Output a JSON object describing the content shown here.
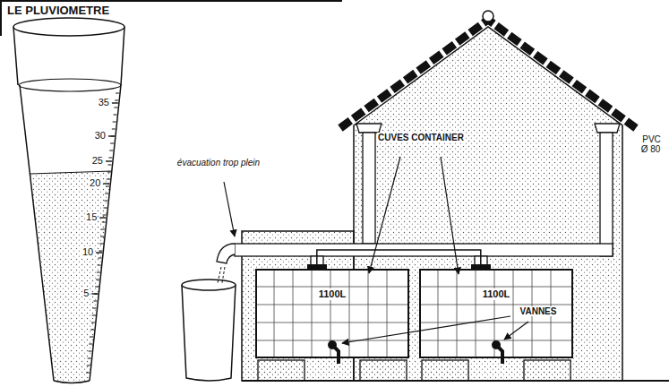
{
  "diagram": {
    "title": "LE PLUVIOMETRE",
    "nodes": [
      {
        "text": [
          "1100L"
        ]
      },
      {
        "text": [
          "1100L"
        ]
      }
    ],
    "edges": [
      {
        "from": 0,
        "to": 1,
        "arrow": "none"
      }
    ],
    "labels": [
      "35",
      "30",
      "25",
      "20",
      "15",
      "10",
      "5",
      "évacuation trop plein",
      "CUVES CONTAINER",
      "VANNES",
      "PVC Ø 80"
    ]
  }
}
